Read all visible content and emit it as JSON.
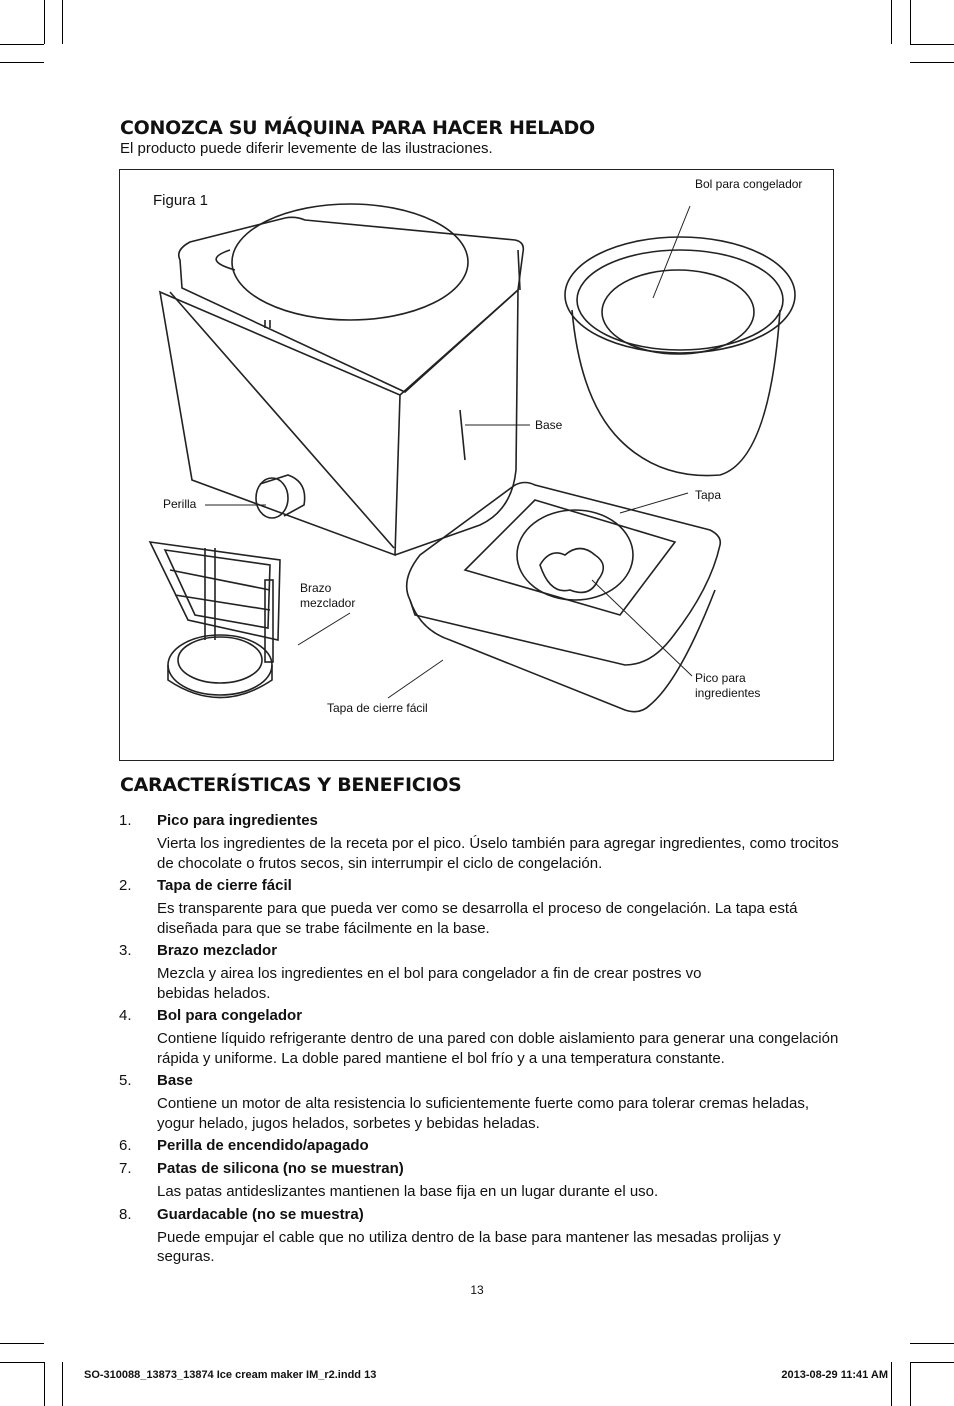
{
  "header": {
    "title": "CONOZCA SU MÁQUINA PARA HACER HELADO",
    "subtitle": "El producto puede diferir levemente de las ilustraciones."
  },
  "figure": {
    "title": "Figura 1",
    "labels": {
      "bowl": "Bol para congelador",
      "base": "Base",
      "knob": "Perilla",
      "lid": "Tapa",
      "arm_line1": "Brazo",
      "arm_line2": "mezclador",
      "spout_line1": "Pico para",
      "spout_line2": "ingredientes",
      "easy_lid": "Tapa de cierre fácil"
    }
  },
  "features": {
    "title": "CARACTERÍSTICAS Y BENEFICIOS",
    "items": [
      {
        "num": "1.",
        "title": "Pico para ingredientes",
        "desc": "Vierta los ingredientes de la receta por el pico. Úselo también para agregar ingredientes, como trocitos de chocolate o frutos secos, sin interrumpir el ciclo de congelación."
      },
      {
        "num": "2.",
        "title": "Tapa de cierre fácil",
        "desc": "Es transparente para que pueda ver como se desarrolla el proceso de congelación. La tapa está diseñada para que se trabe fácilmente en la base."
      },
      {
        "num": "3.",
        "title": "Brazo mezclador",
        "desc": "Mezcla y airea los ingredientes en el bol para congelador a fin de crear postres vo bebidas helados."
      },
      {
        "num": "4.",
        "title": "Bol para congelador",
        "desc": "Contiene líquido refrigerante dentro de una pared con doble aislamiento para generar una congelación rápida y uniforme. La doble pared mantiene el bol frío y a una temperatura constante."
      },
      {
        "num": "5.",
        "title": "Base",
        "desc": "Contiene un motor de alta resistencia lo suficientemente fuerte como para tolerar cremas heladas, yogur helado, jugos helados, sorbetes y bebidas heladas."
      },
      {
        "num": "6.",
        "title": "Perilla de encendido/apagado",
        "desc": ""
      },
      {
        "num": "7.",
        "title": "Patas de silicona (no se muestran)",
        "desc": "Las patas antideslizantes mantienen la base fija en un lugar durante el uso."
      },
      {
        "num": "8.",
        "title": "Guardacable (no se muestra)",
        "desc": "Puede empujar el cable que no utiliza dentro de la base para mantener las mesadas prolijas y seguras."
      }
    ]
  },
  "page_number": "13",
  "footer": {
    "file": "SO-310088_13873_13874 Ice cream maker IM_r2.indd   13",
    "timestamp": "2013-08-29   11:41 AM"
  }
}
